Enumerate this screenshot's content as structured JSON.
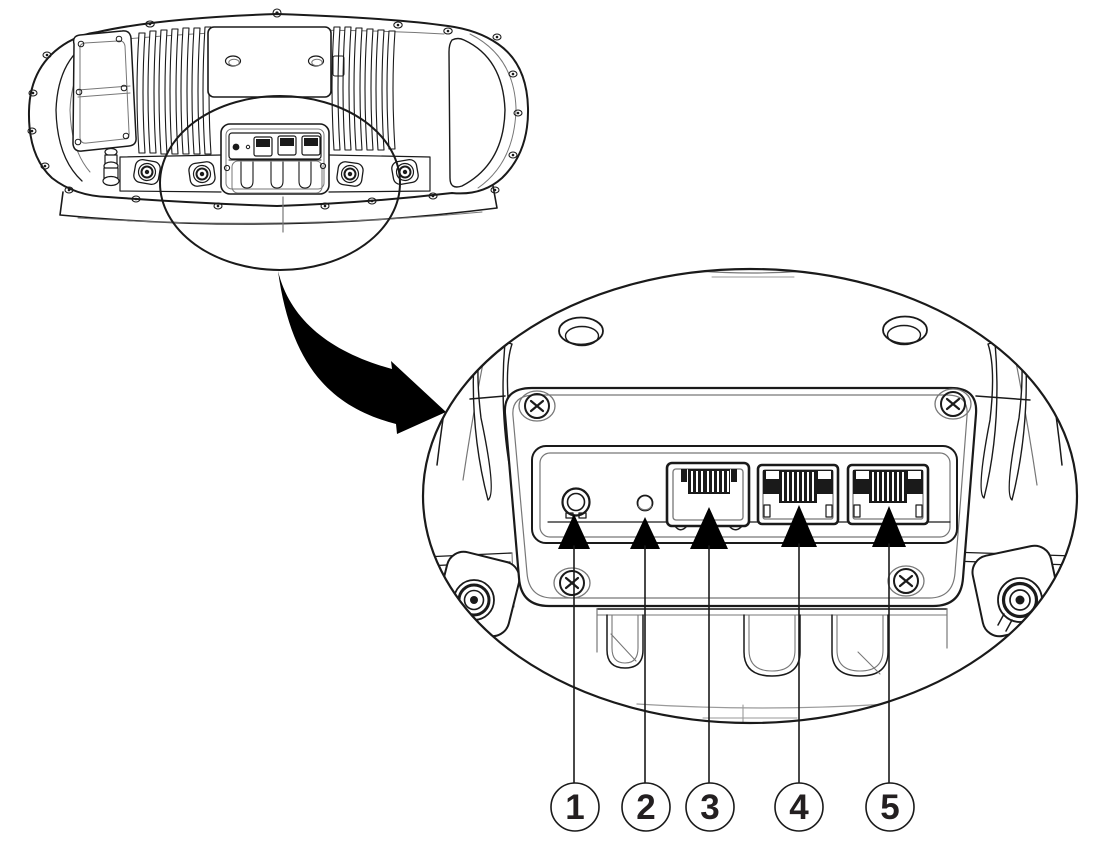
{
  "figure": {
    "kind": "hardware-connector-callout-diagram",
    "colors": {
      "line": "#1a1a1a",
      "line_soft": "#777777",
      "line_faint": "#9a9a9a",
      "background": "#ffffff",
      "arrow_fill": "#000000",
      "callout_text": "#231f20"
    }
  },
  "callouts": [
    {
      "number": "1",
      "target": "power-connector"
    },
    {
      "number": "2",
      "target": "reset-button"
    },
    {
      "number": "3",
      "target": "rj45-port-a"
    },
    {
      "number": "4",
      "target": "rj45-port-b"
    },
    {
      "number": "5",
      "target": "rj45-port-c"
    }
  ]
}
